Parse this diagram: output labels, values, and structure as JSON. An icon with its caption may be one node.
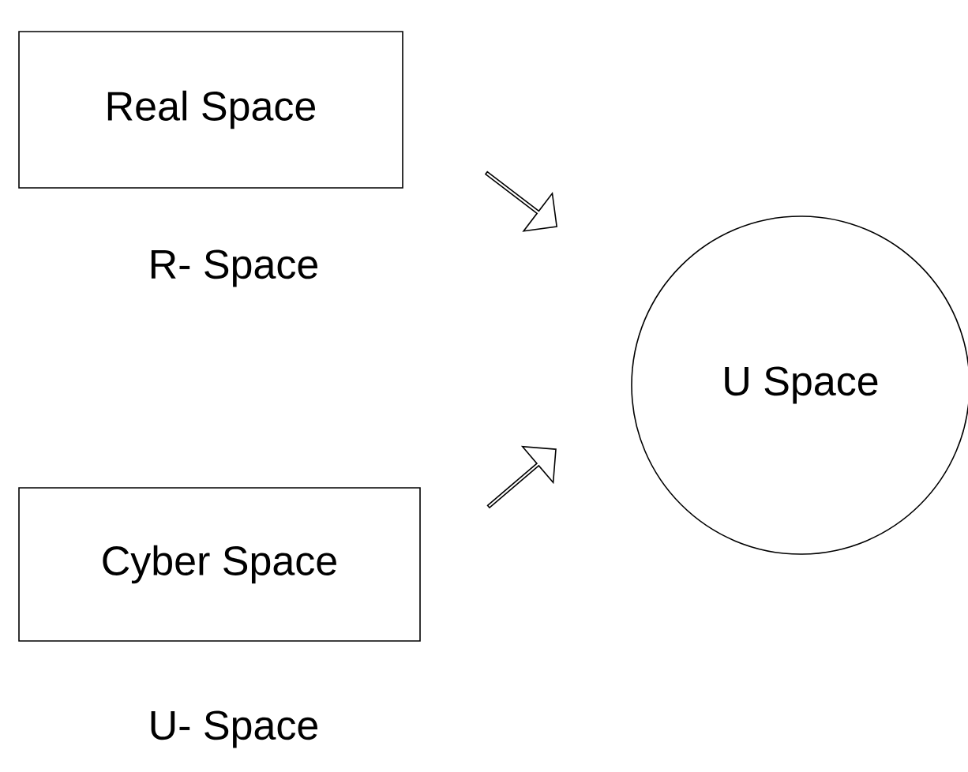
{
  "diagram": {
    "nodes": [
      {
        "text": [
          "Real Space"
        ],
        "beside": [
          "R- Space"
        ]
      },
      {
        "text": [
          "Cyber Space"
        ],
        "beside": [
          "U- Space"
        ]
      },
      {
        "text": [
          "U Space"
        ]
      }
    ],
    "edges": [
      {
        "from": 0,
        "to": 2,
        "arrow": "to"
      },
      {
        "from": 1,
        "to": 2,
        "arrow": "to"
      }
    ]
  }
}
